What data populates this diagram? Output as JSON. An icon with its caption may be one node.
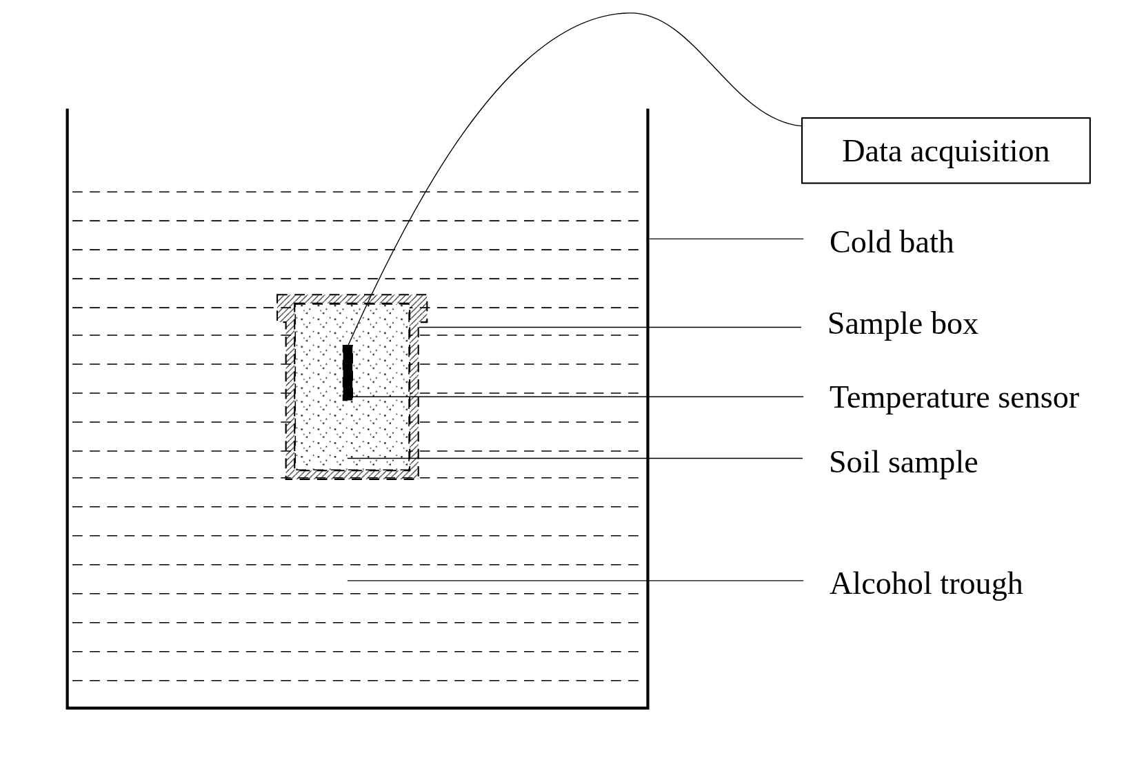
{
  "diagram": {
    "nodes": [
      {
        "text": [
          "Data acquisition"
        ]
      },
      {
        "text": [
          "Cold bath"
        ]
      },
      {
        "text": [
          "Sample box"
        ]
      },
      {
        "text": [
          "Temperature sensor"
        ]
      },
      {
        "text": [
          "Soil sample"
        ]
      },
      {
        "text": [
          "Alcohol trough"
        ]
      },
      {
        "text": [],
        "shape": "box"
      },
      {
        "text": [],
        "shape": "liquid",
        "in": 6
      },
      {
        "text": [],
        "shape": "box",
        "in": 7
      },
      {
        "text": [],
        "shape": "box",
        "in": 8
      },
      {
        "text": [],
        "shape": "bar",
        "in": 9
      }
    ],
    "edges": [
      {
        "from": 10,
        "to": 0,
        "arrow": "none"
      },
      {
        "from": 1,
        "to": 6,
        "arrow": "none"
      },
      {
        "from": 2,
        "to": 8,
        "arrow": "none"
      },
      {
        "from": 3,
        "to": 10,
        "arrow": "none"
      },
      {
        "from": 4,
        "to": 9,
        "arrow": "none"
      },
      {
        "from": 5,
        "to": 7,
        "arrow": "none"
      }
    ]
  }
}
